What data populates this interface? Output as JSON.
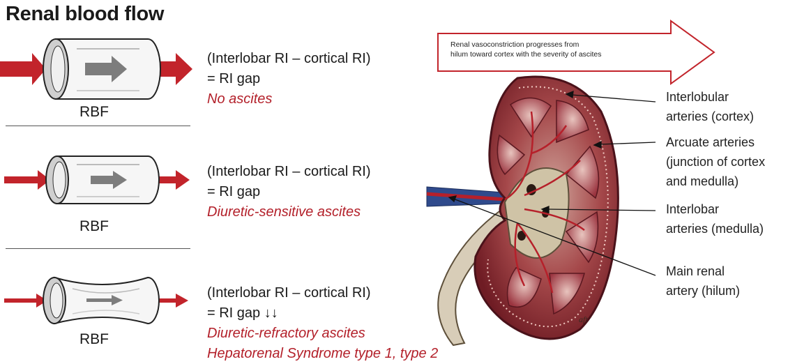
{
  "title": "Renal blood flow",
  "colors": {
    "arrow_red": "#c2242b",
    "text_red": "#b3202a",
    "tube_gray": "#7d7d7d"
  },
  "rows": [
    {
      "vessel_label": "RBF",
      "line1": "(Interlobar RI – cortical RI)",
      "line2": "= RI gap",
      "red_lines": [
        "No ascites"
      ]
    },
    {
      "vessel_label": "RBF",
      "line1": "(Interlobar RI – cortical RI)",
      "line2": "= RI gap",
      "red_lines": [
        "Diuretic-sensitive ascites"
      ]
    },
    {
      "vessel_label": "RBF",
      "line1": "(Interlobar RI – cortical RI)",
      "line2": "= RI gap  ↓↓",
      "red_lines": [
        "Diuretic-refractory ascites",
        "Hepatorenal Syndrome type 1, type 2"
      ]
    }
  ],
  "banner": {
    "line1": "Renal vasoconstriction progresses from",
    "line2": "hilum toward cortex with the severity of ascites"
  },
  "kidney_labels": [
    {
      "line1": "Interlobular",
      "line2": "arteries (cortex)"
    },
    {
      "line1": "Arcuate arteries",
      "line2": "(junction of cortex",
      "line3": "and medulla)"
    },
    {
      "line1": "Interlobar",
      "line2": "arteries (medulla)"
    },
    {
      "line1": "Main renal",
      "line2": "artery (hilum)"
    }
  ],
  "signature": "aft"
}
